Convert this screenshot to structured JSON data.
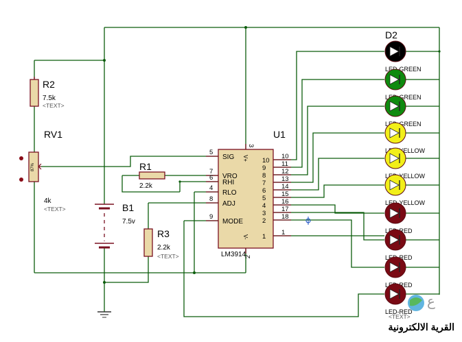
{
  "components": {
    "r2": {
      "ref": "R2",
      "value": "7.5k",
      "text": "<TEXT>"
    },
    "rv1": {
      "ref": "RV1",
      "value": "4k",
      "text": "<TEXT>",
      "wiper": "87%"
    },
    "r1": {
      "ref": "R1",
      "value": "2.2k"
    },
    "r3": {
      "ref": "R3",
      "value": "2.2k",
      "text": "<TEXT>"
    },
    "b1": {
      "ref": "B1",
      "value": "7.5v"
    },
    "u1": {
      "ref": "U1",
      "part": "LM3914"
    },
    "d2": {
      "ref": "D2"
    }
  },
  "ic": {
    "left_pins": [
      {
        "num": "5",
        "name": "SIG"
      },
      {
        "num": "7",
        "name": "VRO"
      },
      {
        "num": "6",
        "name": "RHI"
      },
      {
        "num": "4",
        "name": "RLO"
      },
      {
        "num": "8",
        "name": "ADJ"
      },
      {
        "num": "9",
        "name": "MODE"
      }
    ],
    "right_pins": [
      {
        "inner": "10",
        "outer": "10"
      },
      {
        "inner": "9",
        "outer": "11"
      },
      {
        "inner": "8",
        "outer": "12"
      },
      {
        "inner": "7",
        "outer": "13"
      },
      {
        "inner": "6",
        "outer": "14"
      },
      {
        "inner": "5",
        "outer": "15"
      },
      {
        "inner": "4",
        "outer": "16"
      },
      {
        "inner": "3",
        "outer": "17"
      },
      {
        "inner": "2",
        "outer": "18"
      },
      {
        "inner": "1",
        "outer": "1"
      }
    ],
    "top_pin": "3",
    "bottom_pin": "2",
    "plus_sym": "V+",
    "minus_sym": "V-"
  },
  "leds": [
    {
      "label": "LED-GREEN",
      "color": "#000000"
    },
    {
      "label": "LED-GREEN",
      "color": "#0f8a0f"
    },
    {
      "label": "LED-GREEN",
      "color": "#0f8a0f"
    },
    {
      "label": "LED-YELLOW",
      "color": "#f2ef19"
    },
    {
      "label": "LED-YELLOW",
      "color": "#f2ef19"
    },
    {
      "label": "LED-YELLOW",
      "color": "#f2ef19"
    },
    {
      "label": "LED-RED",
      "color": "#7a0a14"
    },
    {
      "label": "LED-RED",
      "color": "#7a0a14"
    },
    {
      "label": "LED-RED",
      "color": "#7a0a14"
    },
    {
      "label": "LED-RED",
      "color": "#7a0a14"
    }
  ],
  "last_led_text": "<TEXT>",
  "watermark": "القرية الالكترونية"
}
